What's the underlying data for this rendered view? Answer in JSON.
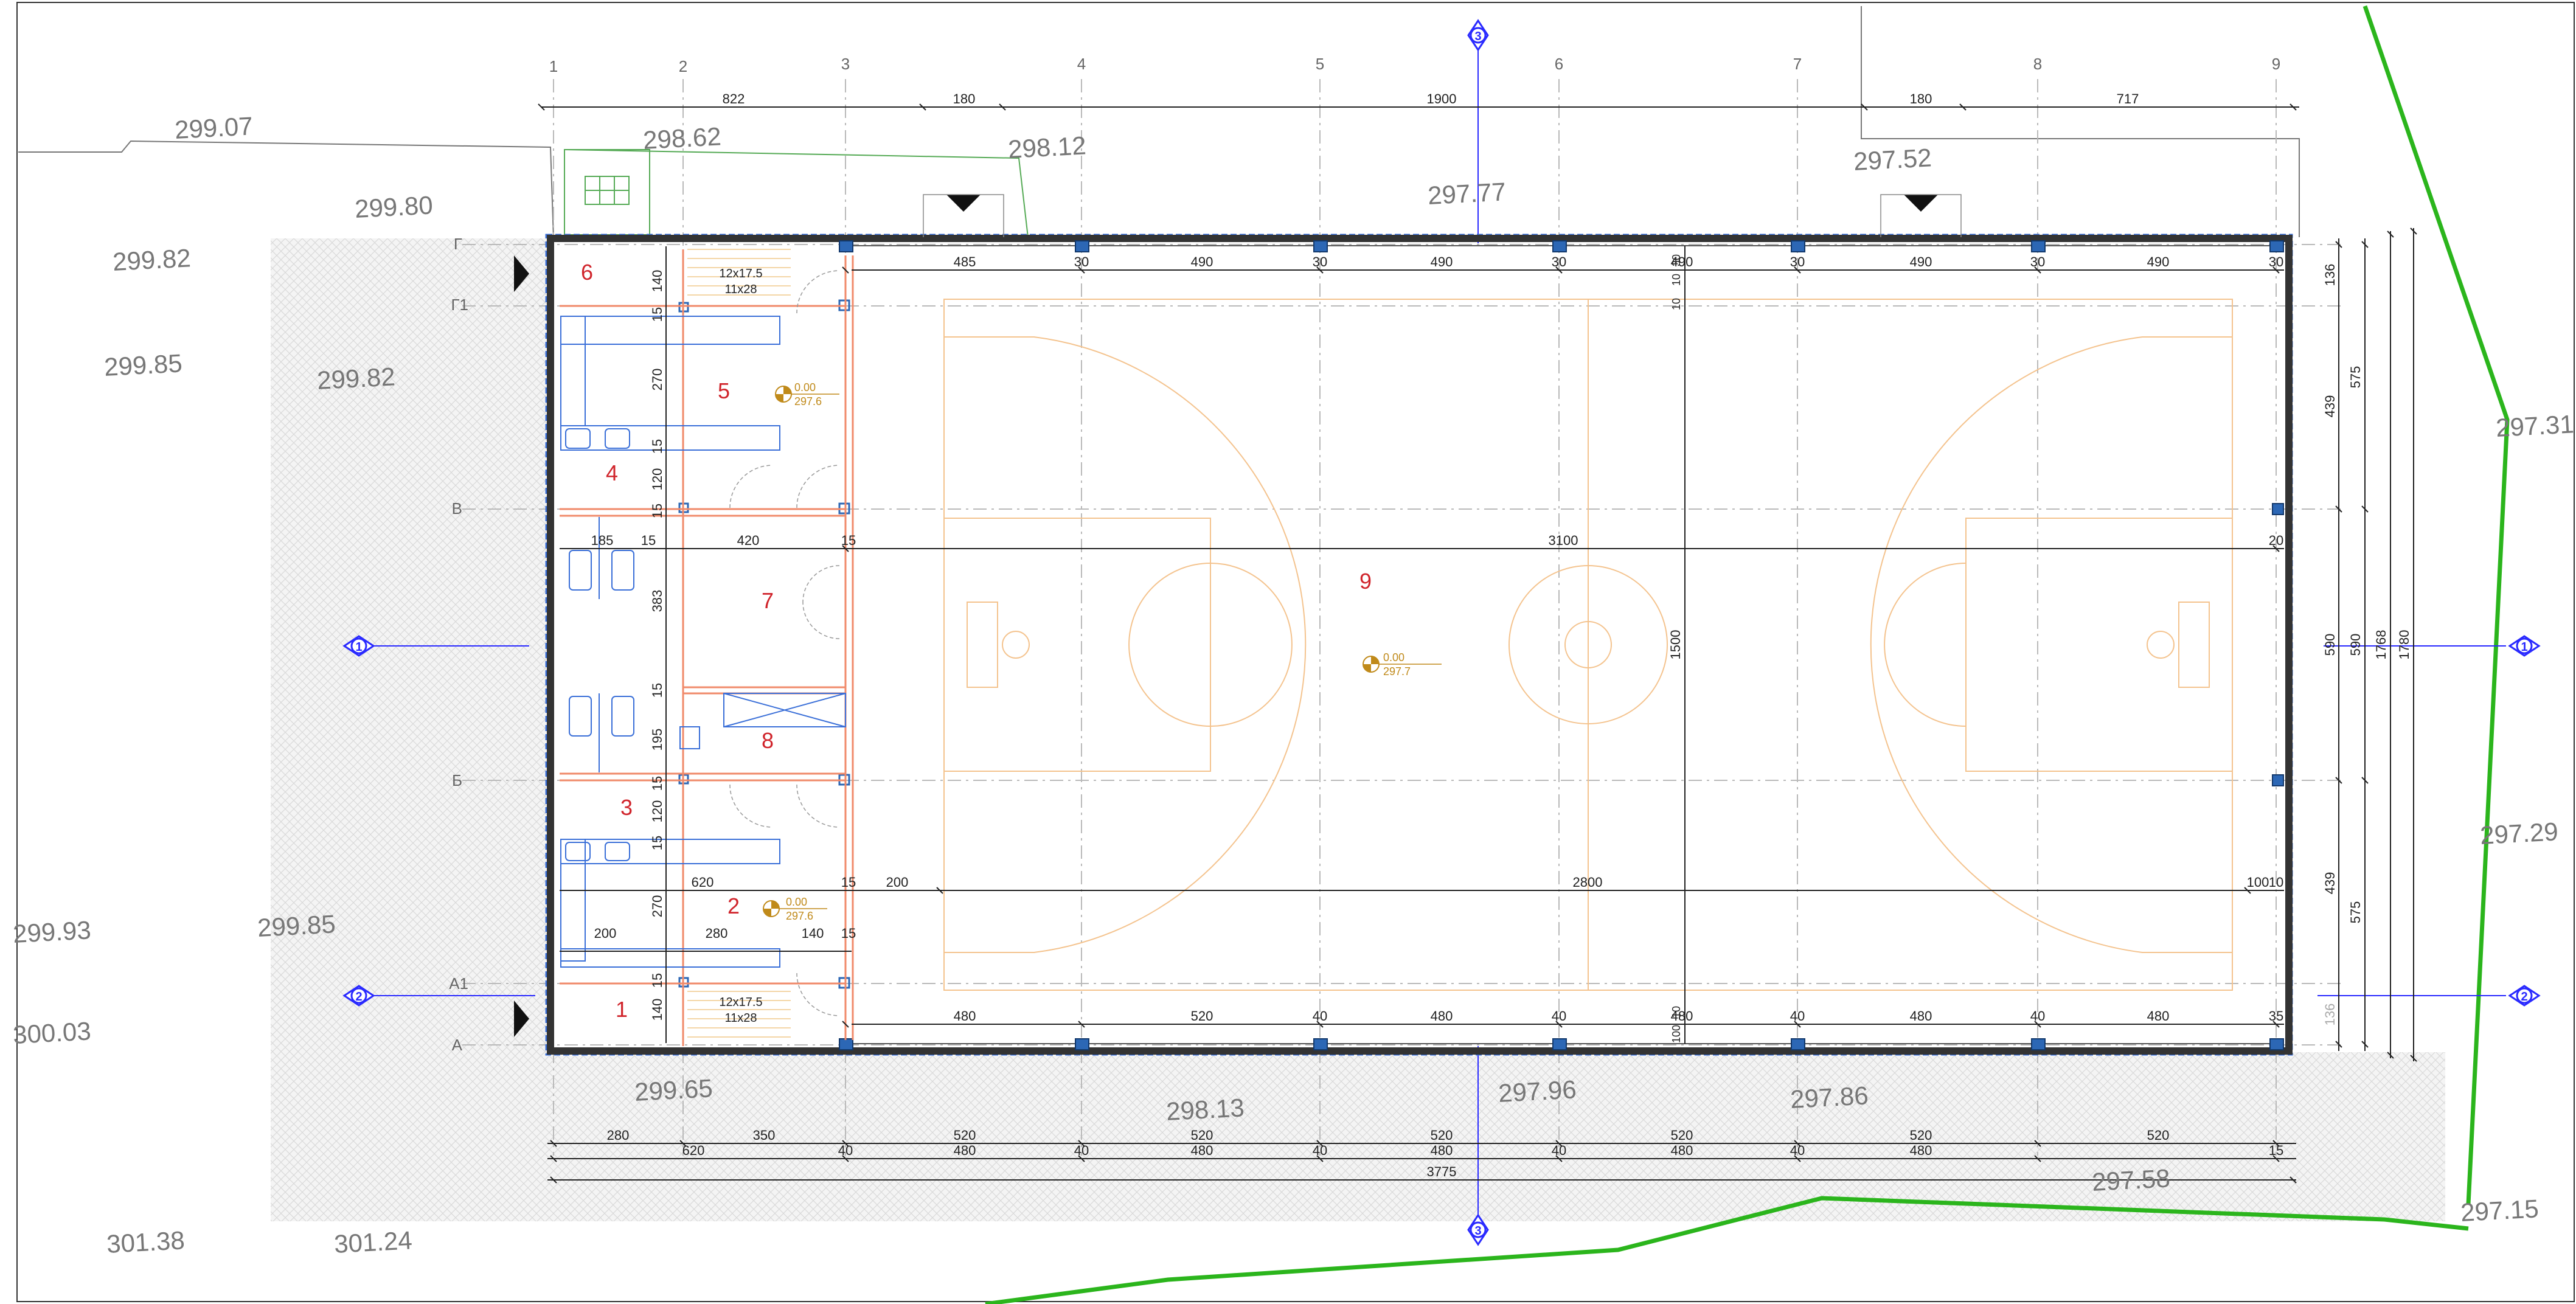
{
  "grid_columns": [
    "1",
    "2",
    "3",
    "4",
    "5",
    "6",
    "7",
    "8",
    "9"
  ],
  "grid_rows": [
    "Г",
    "Г1",
    "В",
    "Б",
    "А1",
    "А"
  ],
  "section_markers": {
    "s1": "1",
    "s2": "2",
    "s3": "3"
  },
  "rooms": [
    "1",
    "2",
    "3",
    "4",
    "5",
    "6",
    "7",
    "8",
    "9"
  ],
  "stair_labels": {
    "upper_a": "12x17.5",
    "upper_b": "11x28",
    "lower_a": "12x17.5",
    "lower_b": "11x28"
  },
  "floor_levels": {
    "room5_a": "0.00",
    "room5_b": "297.6",
    "hall_a": "0.00",
    "hall_b": "297.7",
    "room2_a": "0.00",
    "room2_b": "297.6"
  },
  "terrain_levels": [
    "299.07",
    "298.62",
    "298.12",
    "297.77",
    "297.52",
    "299.80",
    "299.82",
    "299.85",
    "299.82",
    "297.31",
    "297.29",
    "299.93",
    "299.85",
    "300.03",
    "299.65",
    "298.13",
    "297.96",
    "297.86",
    "297.58",
    "297.15",
    "301.38",
    "301.24"
  ],
  "dims_top_row1": [
    "822",
    "180",
    "1900",
    "180",
    "717"
  ],
  "dims_top_row2": [
    "485",
    "30",
    "490",
    "30",
    "490",
    "30",
    "490",
    "30",
    "490",
    "30",
    "490",
    "30",
    "10"
  ],
  "dims_bottom_row1": [
    "480",
    "520",
    "40",
    "480",
    "40",
    "480",
    "40",
    "480",
    "40",
    "480",
    "35"
  ],
  "dims_left_vert": [
    "140",
    "15",
    "270",
    "15",
    "120",
    "15",
    "383",
    "15",
    "195",
    "15",
    "120",
    "15",
    "270",
    "15",
    "140"
  ],
  "dims_right_vert": [
    "136",
    "575",
    "439",
    "590",
    "590",
    "1768",
    "1780",
    "439",
    "575",
    "136"
  ],
  "dims_inner_h": [
    "185",
    "15",
    "420",
    "15",
    "3100",
    "20",
    "620",
    "15",
    "200",
    "2800",
    "100",
    "10",
    "200",
    "280",
    "140",
    "15",
    "1500",
    "10",
    "100",
    "30",
    "10"
  ],
  "dims_bottom_chains": {
    "row_a": [
      "280",
      "350",
      "520",
      "520",
      "520",
      "520",
      "520",
      "520"
    ],
    "row_b": [
      "620",
      "40",
      "480",
      "40",
      "480",
      "40",
      "480",
      "40",
      "480",
      "40",
      "480",
      "15"
    ],
    "total": "3775"
  }
}
